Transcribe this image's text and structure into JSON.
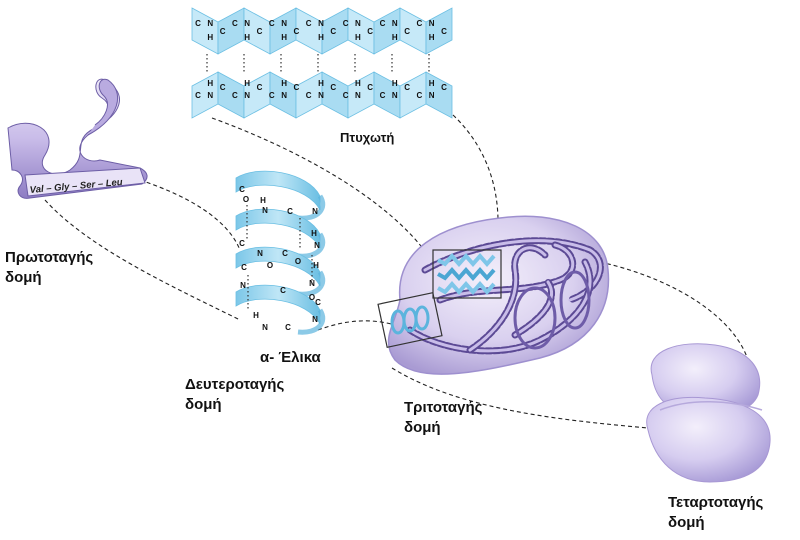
{
  "labels": {
    "primary": [
      "Πρωτοταγής",
      "δομή"
    ],
    "secondary": [
      "Δευτεροταγής",
      "δομή"
    ],
    "alpha_helix": "α- Έλικα",
    "pleated": "Πτυχωτή",
    "tertiary": [
      "Τριτοταγής",
      "δομή"
    ],
    "quaternary": [
      "Τεταρτοταγής",
      "δομή"
    ]
  },
  "ribbon_text": {
    "residues": [
      "Val",
      "Gly",
      "Ser",
      "Leu"
    ],
    "separator": "–"
  },
  "atoms": {
    "C": "C",
    "N": "N",
    "O": "O",
    "H": "H"
  },
  "colors": {
    "sheet_blue": "#a9dcf2",
    "sheet_dark": "#6bbfe3",
    "protein_purple": "#cfc5ea",
    "ribbon_purple": "#b7a8df",
    "dashed": "#222222"
  }
}
